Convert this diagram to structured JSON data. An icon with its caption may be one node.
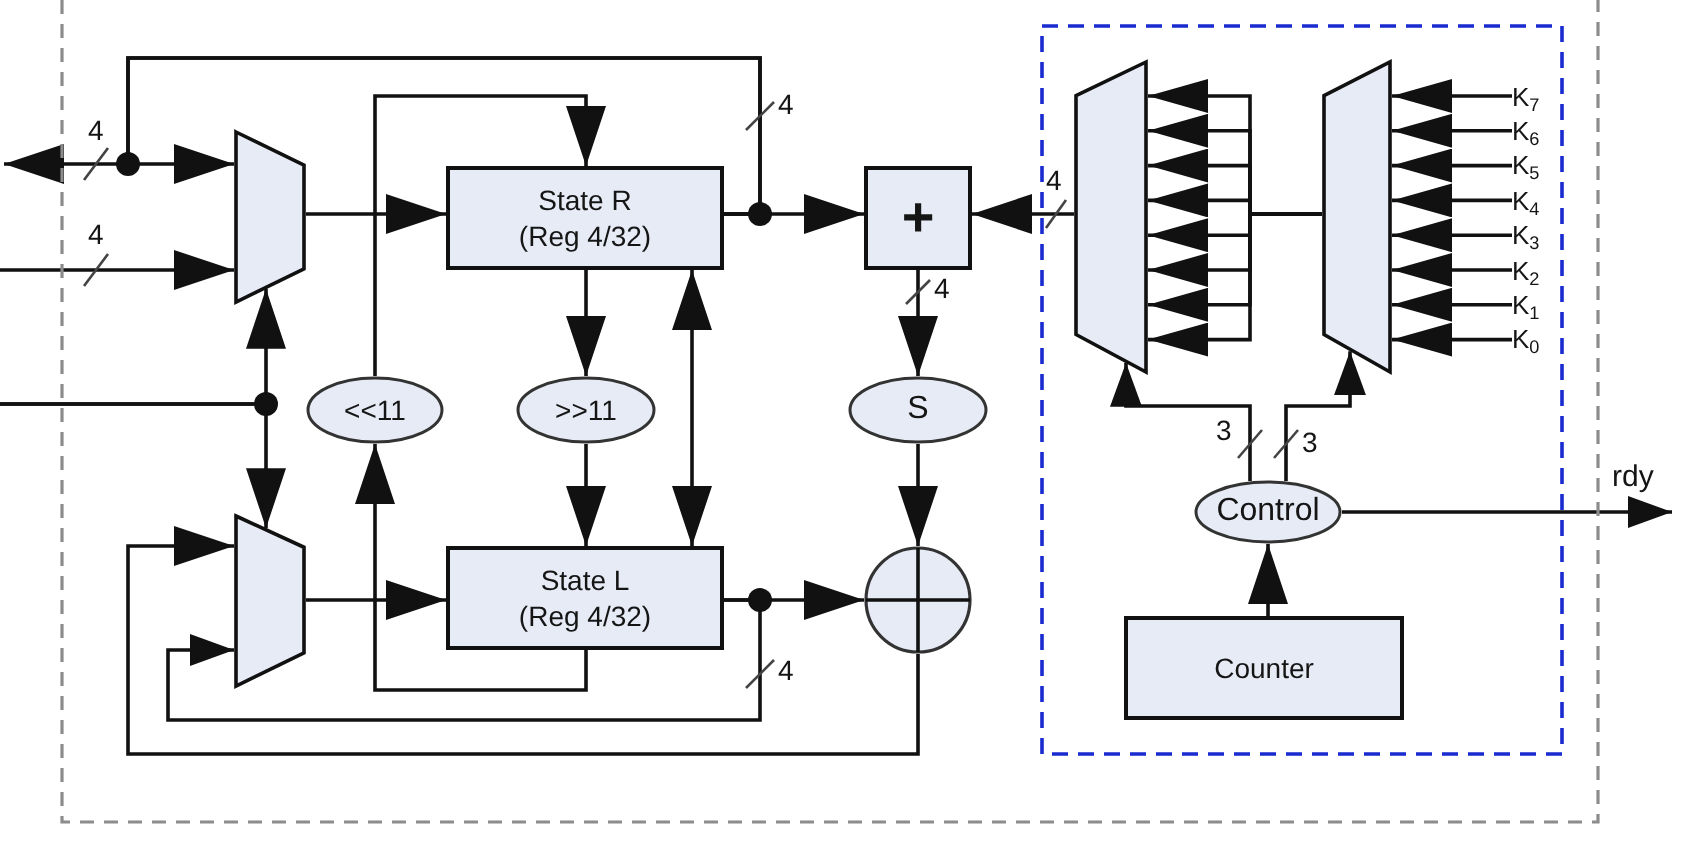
{
  "diagram": {
    "nodes": [
      {
        "text": [],
        "shape": "box"
      },
      {
        "text": [],
        "shape": "trapezoid",
        "in": 0
      },
      {
        "text": [
          "State R",
          "(Reg 4/32)"
        ],
        "in": 0
      },
      {
        "text": [
          "+"
        ],
        "in": 0
      },
      {
        "text": [],
        "shape": "box",
        "in": 0
      },
      {
        "text": [],
        "shape": "trapezoid",
        "in": 4
      },
      {
        "text": [],
        "shape": "trapezoid",
        "in": 4
      },
      {
        "text": [
          "K$_{7}$"
        ],
        "in": 4
      },
      {
        "text": [
          "K$_{6}$"
        ],
        "in": 4
      },
      {
        "text": [
          "K$_{5}$"
        ],
        "in": 4
      },
      {
        "text": [
          "K$_{4}$"
        ],
        "in": 4
      },
      {
        "text": [
          "K$_{3}$"
        ],
        "in": 4
      },
      {
        "text": [
          "K$_{2}$"
        ],
        "in": 4
      },
      {
        "text": [
          "K$_{1}$"
        ],
        "in": 4
      },
      {
        "text": [
          "K$_{0}$"
        ],
        "in": 4
      },
      {
        "text": [
          "<<11"
        ],
        "in": 0
      },
      {
        "text": [
          ">>11"
        ],
        "in": 0
      },
      {
        "text": [
          "S"
        ],
        "in": 0
      },
      {
        "text": [
          "Control"
        ],
        "in": 4
      },
      {
        "text": [],
        "shape": "trapezoid",
        "in": 0
      },
      {
        "text": [
          "State L",
          "(Reg 4/32)"
        ],
        "in": 0
      },
      {
        "text": [],
        "shape": "circle",
        "in": 0
      },
      {
        "text": [
          "Counter"
        ],
        "in": 4
      },
      {
        "text": [
          "rdy"
        ]
      }
    ],
    "edges": [
      {
        "from": 2,
        "to": 1,
        "arrow": "to"
      },
      {
        "from": 2,
        "to": null,
        "arrow": "to"
      },
      {
        "from": null,
        "to": 1,
        "arrow": "to"
      },
      {
        "from": null,
        "to": 1,
        "arrow": "to"
      },
      {
        "from": null,
        "to": 19,
        "arrow": "to"
      },
      {
        "from": 1,
        "to": 2,
        "arrow": "to"
      },
      {
        "from": 15,
        "to": 2,
        "arrow": "to"
      },
      {
        "from": 2,
        "to": 16,
        "arrow": "to"
      },
      {
        "from": 2,
        "to": 20,
        "arrow": "both"
      },
      {
        "from": 2,
        "to": 3,
        "arrow": "to"
      },
      {
        "from": 5,
        "to": 3,
        "arrow": "to"
      },
      {
        "from": 3,
        "to": 17,
        "arrow": "to"
      },
      {
        "from": 7,
        "to": 6,
        "arrow": "to"
      },
      {
        "from": 8,
        "to": 6,
        "arrow": "to"
      },
      {
        "from": 9,
        "to": 6,
        "arrow": "to"
      },
      {
        "from": 10,
        "to": 6,
        "arrow": "to"
      },
      {
        "from": 11,
        "to": 6,
        "arrow": "to"
      },
      {
        "from": 12,
        "to": 6,
        "arrow": "to"
      },
      {
        "from": 13,
        "to": 6,
        "arrow": "to"
      },
      {
        "from": 14,
        "to": 6,
        "arrow": "to"
      },
      {
        "from": 6,
        "to": 5,
        "arrow": "to"
      },
      {
        "from": 6,
        "to": 5,
        "arrow": "to"
      },
      {
        "from": 6,
        "to": 5,
        "arrow": "to"
      },
      {
        "from": 6,
        "to": 5,
        "arrow": "to"
      },
      {
        "from": 6,
        "to": 5,
        "arrow": "to"
      },
      {
        "from": 6,
        "to": 5,
        "arrow": "to"
      },
      {
        "from": 6,
        "to": 5,
        "arrow": "to"
      },
      {
        "from": 6,
        "to": 5,
        "arrow": "to"
      },
      {
        "from": 18,
        "to": 5,
        "arrow": "to"
      },
      {
        "from": 18,
        "to": 6,
        "arrow": "to"
      },
      {
        "from": 17,
        "to": 21,
        "arrow": "to"
      },
      {
        "from": 16,
        "to": 20,
        "arrow": "to"
      },
      {
        "from": 20,
        "to": 15,
        "arrow": "to"
      },
      {
        "from": 19,
        "to": 20,
        "arrow": "to"
      },
      {
        "from": 20,
        "to": 21,
        "arrow": "to"
      },
      {
        "from": 20,
        "to": 19,
        "arrow": "to"
      },
      {
        "from": 21,
        "to": 19,
        "arrow": "to"
      },
      {
        "from": 22,
        "to": 18,
        "arrow": "to"
      },
      {
        "from": 18,
        "to": 23,
        "arrow": "to"
      }
    ],
    "labels": [
      "4",
      "4",
      "4",
      "4",
      "4",
      "3",
      "3",
      "4"
    ]
  }
}
